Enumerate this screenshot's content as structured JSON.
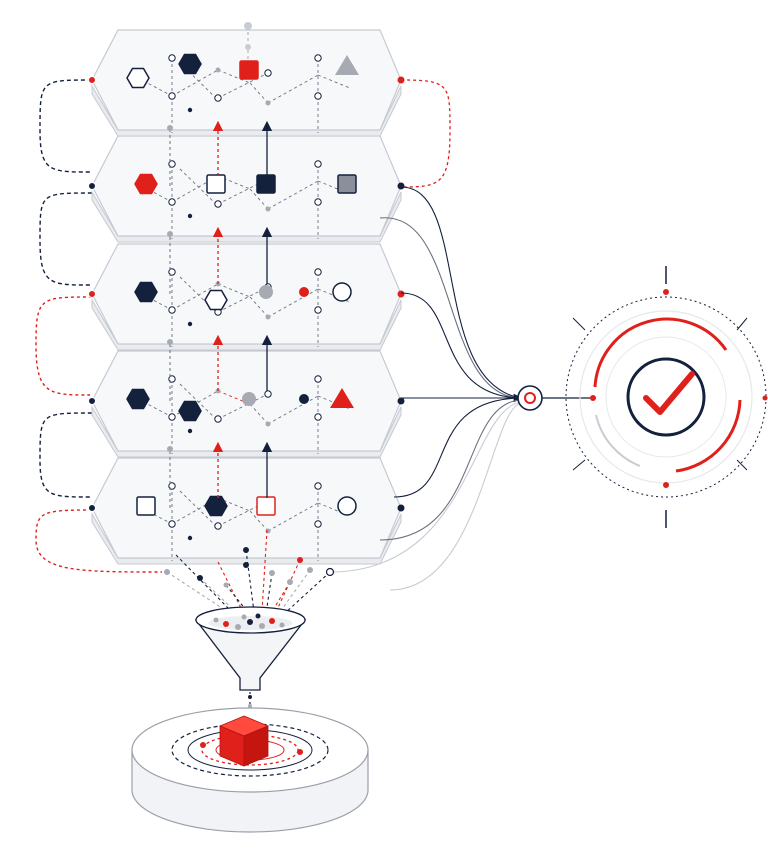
{
  "diagram": {
    "layers": [
      {
        "name": "layer-1",
        "left": [
          "hexagon-outline",
          "hexagon-dark"
        ],
        "mid": [
          "square-red"
        ],
        "right": [
          "triangle-gray"
        ]
      },
      {
        "name": "layer-2",
        "left": [
          "hexagon-red"
        ],
        "mid": [
          "square-outline",
          "square-dark"
        ],
        "right": [
          "square-gray"
        ]
      },
      {
        "name": "layer-3",
        "left": [
          "hexagon-dark"
        ],
        "mid": [
          "hexagon-outline",
          "dot-gray"
        ],
        "right": [
          "dot-red",
          "circle-outline"
        ]
      },
      {
        "name": "layer-4",
        "left": [
          "hexagon-dark",
          "hexagon-dark"
        ],
        "mid": [
          "dot-gray"
        ],
        "right": [
          "dot-dark",
          "triangle-red"
        ]
      },
      {
        "name": "layer-5",
        "left": [
          "square-outline"
        ],
        "mid": [
          "hexagon-dark",
          "square-red-outline"
        ],
        "right": [
          "circle-outline"
        ]
      }
    ],
    "colors": {
      "navy": "#14213d",
      "red": "#e0201b",
      "gray": "#a7aab3",
      "light_gray": "#c9ccd3",
      "layer_fill": "#f7f8fa",
      "layer_stroke": "#c5c9d1"
    },
    "icons": {
      "result": "checkmark-icon",
      "target": "target-icon",
      "funnel": "funnel-icon",
      "cube": "cube-icon"
    }
  }
}
